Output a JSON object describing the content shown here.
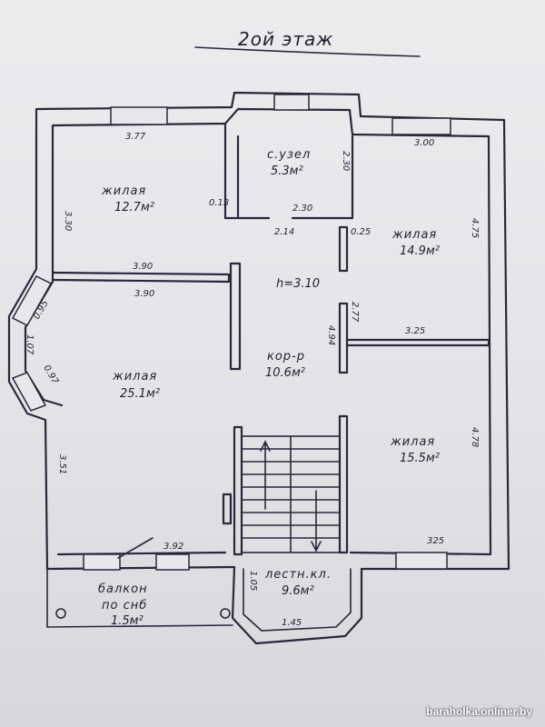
{
  "title": "2ой этаж",
  "ceiling_height": "h=3.10",
  "rooms": {
    "room1": {
      "name": "жилая",
      "area": "12.7м²"
    },
    "bath": {
      "name": "с.узел",
      "area": "5.3м²"
    },
    "room2": {
      "name": "жилая",
      "area": "14.9м²"
    },
    "room3": {
      "name": "жилая",
      "area": "25.1м²"
    },
    "corridor": {
      "name": "кор-р",
      "area": "10.6м²"
    },
    "room4": {
      "name": "жилая",
      "area": "15.5м²"
    },
    "stair": {
      "name": "лестн.кл.",
      "area": "9.6м²"
    },
    "balcony": {
      "name1": "балкон",
      "name2": "по снб",
      "area": "1.5м²"
    }
  },
  "dimensions": {
    "d_377": "3.77",
    "d_330": "3.30",
    "d_013": "0.13",
    "d_230v": "2.30",
    "d_230h": "2.30",
    "d_214": "2.14",
    "d_025": "0.25",
    "d_300": "3.00",
    "d_475": "4.75",
    "d_390a": "3.90",
    "d_390b": "3.90",
    "d_095": "0.95",
    "d_107": "1.07",
    "d_097": "0.97",
    "d_277": "2.77",
    "d_494": "4.94",
    "d_325a": "3.25",
    "d_351": "3.51",
    "d_478": "4.78",
    "d_392": "3.92",
    "d_325b": "325",
    "d_105": "1.05",
    "d_145": "1.45"
  },
  "watermark": "baraholka.onliner.by"
}
